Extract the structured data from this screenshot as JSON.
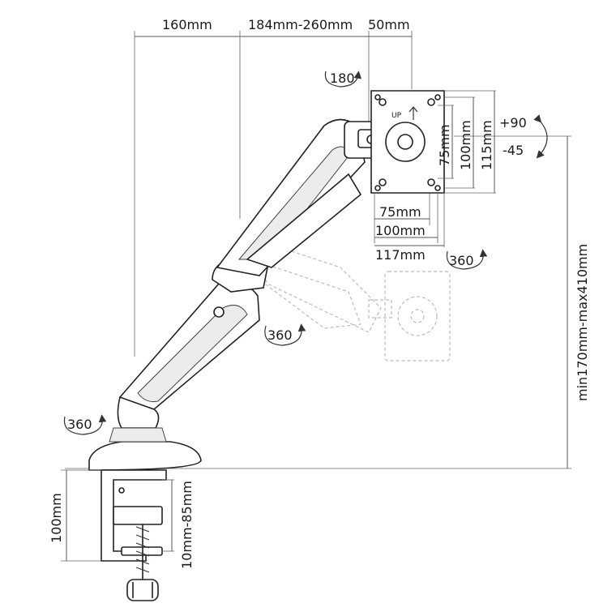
{
  "dimensions": {
    "arm_reach_1": "160mm",
    "arm_reach_2": "184mm-260mm",
    "arm_reach_3": "50mm",
    "vesa_h_75": "75mm",
    "vesa_h_100": "100mm",
    "vesa_h_117": "117mm",
    "vesa_v_75": "75mm",
    "vesa_v_100": "100mm",
    "vesa_v_115": "115mm",
    "height_range": "min170mm-max410mm",
    "clamp_height": "100mm",
    "clamp_range": "10mm-85mm"
  },
  "rotations": {
    "top_pivot": "180",
    "tilt_up": "+90",
    "tilt_down": "-45",
    "plate_rotation": "360",
    "elbow_rotation": "360",
    "base_rotation": "360"
  },
  "plate_marking": "UP"
}
